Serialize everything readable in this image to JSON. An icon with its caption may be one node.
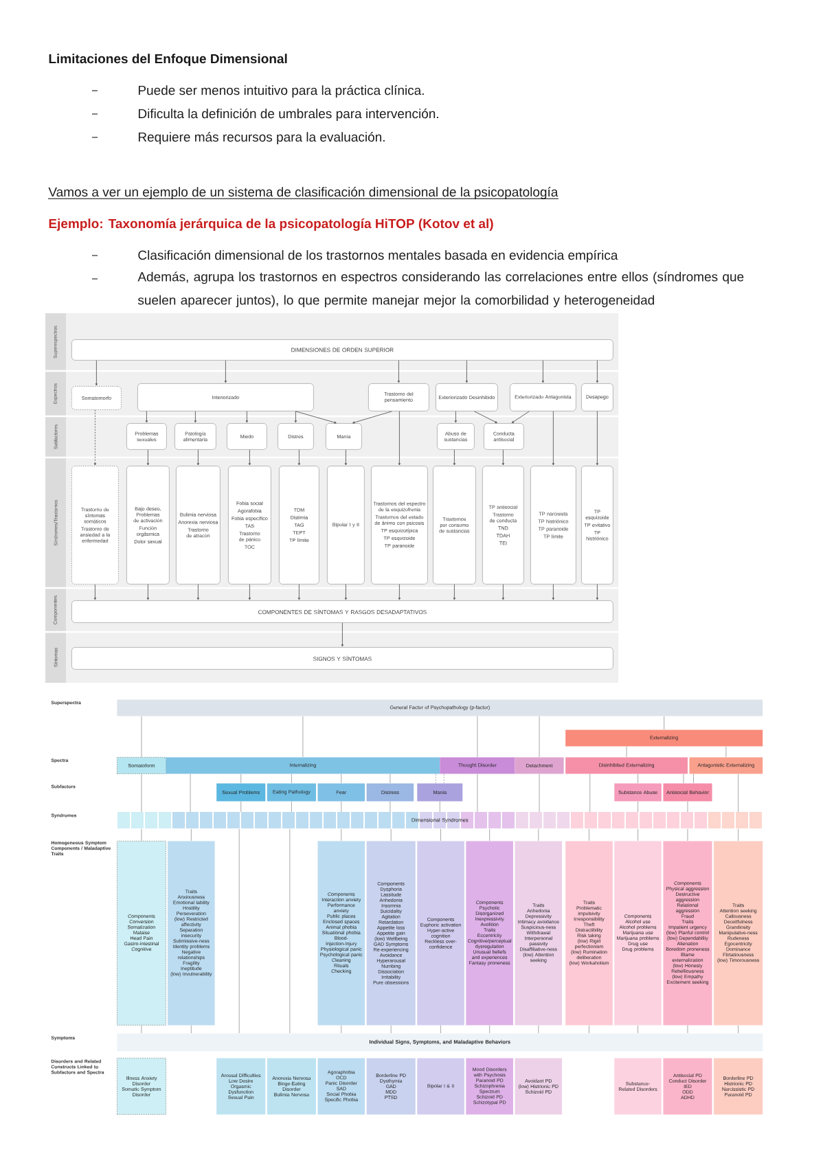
{
  "diagram": {
    "nodes": [
      {
        "text": [
          "DIMENSIONES DE ORDEN SUPERIOR"
        ]
      },
      {
        "text": [
          "Somatomorfo"
        ]
      },
      {
        "text": [
          "Interiorizado"
        ]
      },
      {
        "text": [
          "Trastorno del pensamiento"
        ]
      },
      {
        "text": [
          "Exteriorizado Desinhibido"
        ]
      },
      {
        "text": [
          "Exteriorizado Antagonista"
        ]
      },
      {
        "text": [
          "Desapego"
        ]
      },
      {
        "text": [
          "Problemas sexuales"
        ]
      },
      {
        "text": [
          "Patología alimentaria"
        ]
      },
      {
        "text": [
          "Miedo"
        ]
      },
      {
        "text": [
          "Distrés"
        ]
      },
      {
        "text": [
          "Manía"
        ]
      },
      {
        "text": [
          "Abuso de sustancias"
        ]
      },
      {
        "text": [
          "Conducta antisocial"
        ]
      },
      {
        "text": [
          "Trastorno de síntomas somáticos",
          "Trastorno de ansiedad a la enfermedad"
        ]
      },
      {
        "text": [
          "Bajo deseo, Problemas de activación",
          "Función orgásmica",
          "Dolor sexual"
        ]
      },
      {
        "text": [
          "Bulimia nerviosa",
          "Anorexia nerviosa",
          "Trastorno de atracón"
        ]
      },
      {
        "text": [
          "Fobia social",
          "Agorafobia",
          "Fobia específico",
          "TAS",
          "Trastorno de pánico",
          "TOC"
        ]
      },
      {
        "text": [
          "TDM",
          "Distimia",
          "TAG",
          "TEPT",
          "TP límite"
        ]
      },
      {
        "text": [
          "Bipolar I y II"
        ]
      },
      {
        "text": [
          "Trastornos del espectro de la esquizofrenia",
          "Trastornos del estado de ánimo con psicosis",
          "TP esquizotípica",
          "TP esquizoide",
          "TP paranoide"
        ]
      },
      {
        "text": [
          "Trastornos por consumo de sustancias"
        ]
      },
      {
        "text": [
          "TP antisocial",
          "Trastorno de conducta",
          "TND",
          "TDAH",
          "TEI"
        ]
      },
      {
        "text": [
          "TP narcisista",
          "TP histriónico",
          "TP paranoide",
          "TP límite"
        ]
      },
      {
        "text": [
          "TP esquizoide",
          "TP evitativo",
          "TP histriónico"
        ]
      },
      {
        "text": [
          "COMPONENTES DE SÍNTOMAS Y RASGOS DESADAPTATIVOS"
        ]
      },
      {
        "text": [
          "SIGNOS Y SÍNTOMAS"
        ]
      },
      {
        "text": [
          "General Factor of Psychopathology (p-factor)"
        ]
      },
      {
        "text": [
          "Externalizing"
        ]
      },
      {
        "text": [
          "Somatoform"
        ]
      },
      {
        "text": [
          "Internalizing"
        ]
      },
      {
        "text": [
          "Thought Disorder"
        ]
      },
      {
        "text": [
          "Detachment"
        ]
      },
      {
        "text": [
          "Disinhibited Externalizing"
        ]
      },
      {
        "text": [
          "Antagonistic Externalizing"
        ]
      },
      {
        "text": [
          "Sexual Problems"
        ]
      },
      {
        "text": [
          "Eating Pathology"
        ]
      },
      {
        "text": [
          "Fear"
        ]
      },
      {
        "text": [
          "Distress"
        ]
      },
      {
        "text": [
          "Mania"
        ]
      },
      {
        "text": [
          "Substance Abuse"
        ]
      },
      {
        "text": [
          "Antisocial Behavior"
        ]
      },
      {
        "text": [
          "Dimensional Syndromes"
        ]
      },
      {
        "text": [
          "Components",
          "Conversion",
          "Somatization",
          "Malaise",
          "Head Pain",
          "Gastro-intestinal",
          "Cognitive"
        ]
      },
      {
        "text": [
          "Traits",
          "Anxiousness",
          "Emotional lability",
          "Hostility",
          "Perseveration",
          "(low) Restricted affectivity",
          "Separation insecurity",
          "Submissive-ness",
          "Identity problems",
          "Negative relationships",
          "Fragility",
          "Ineptitude",
          "(low) Invulnerability"
        ]
      },
      {
        "text": [
          "Components",
          "Interaction anxiety",
          "Performance anxiety",
          "Public places",
          "Enclosed spaces",
          "Animal phobia",
          "Situational phobia",
          "Blood-Injection-Injury",
          "Physiological panic",
          "Psychological panic",
          "Cleaning",
          "Rituals",
          "Checking"
        ]
      },
      {
        "text": [
          "Components",
          "Dysphoria",
          "Lassitude",
          "Anhedonia",
          "Insomnia",
          "Suicidality",
          "Agitation",
          "Retardation",
          "Appetite loss",
          "Appetite gain",
          "(low) Wellbeing",
          "GAD Symptoms",
          "Re-experiencing",
          "Avoidance",
          "Hyperarousal",
          "Numbing",
          "Dissociation",
          "Irritability",
          "Pure obsessions"
        ]
      },
      {
        "text": [
          "Components",
          "Euphoric activation",
          "Hyper-active cognition",
          "Reckless over-confidence"
        ]
      },
      {
        "text": [
          "Components",
          "Psychotic",
          "Disorganized",
          "Inexpressivity",
          "Avolition",
          "Traits",
          "Eccentricity",
          "Cognitive/perceptual dysregulation",
          "Unusual beliefs and experiences",
          "Fantasy proneness"
        ]
      },
      {
        "text": [
          "Traits",
          "Anhedonia",
          "Depressivity",
          "Intimacy avoidance",
          "Suspicious-ness",
          "Withdrawal",
          "Interpersonal passivity",
          "Disaffiliative-ness",
          "(low) Attention seeking"
        ]
      },
      {
        "text": [
          "Traits",
          "Problematic impulsivity",
          "Irresponsibility",
          "Theft",
          "Distractibility",
          "Risk taking",
          "(low) Rigid perfectionism",
          "(low) Rumination deliberation",
          "(low) Workaholism"
        ]
      },
      {
        "text": [
          "Components",
          "Alcohol use",
          "Alcohol problems",
          "Marijuana use",
          "Marijuana problems",
          "Drug use",
          "Drug problems"
        ]
      },
      {
        "text": [
          "Components",
          "Physical aggression",
          "Destructive aggression",
          "Relational aggression",
          "Fraud",
          "Traits",
          "Impatient urgency",
          "(low) Planful control",
          "(low) Dependability",
          "Alienation",
          "Boredom proneness",
          "Blame externalization",
          "(low) Honesty",
          "Rebelliousness",
          "(low) Empathy",
          "Excitement seeking"
        ]
      },
      {
        "text": [
          "Traits",
          "Attention seeking",
          "Callousness",
          "Deceitfulness",
          "Grandiosity",
          "Manipulative-ness",
          "Rudeness",
          "Egocentricity",
          "Dominance",
          "Flirtatiousness",
          "(low) Timorousness"
        ]
      },
      {
        "text": [
          "Individual Signs, Symptoms, and Maladaptive Behaviors"
        ]
      },
      {
        "text": [
          "Illness Anxiety Disorder",
          "Somatic Symptom Disorder"
        ]
      },
      {
        "text": [
          "Arousal Difficulties",
          "Low Desire",
          "Orgasmic Dysfunction",
          "Sexual Pain"
        ]
      },
      {
        "text": [
          "Anorexia Nervosa",
          "Binge-Eating Disorder",
          "Bulimia Nervosa"
        ]
      },
      {
        "text": [
          "Agoraphobia",
          "OCD",
          "Panic Disorder",
          "SAD",
          "Social Phobia",
          "Specific Phobia"
        ]
      },
      {
        "text": [
          "Borderline PD",
          "Dysthymia",
          "GAD",
          "MDD",
          "PTSD"
        ]
      },
      {
        "text": [
          "Bipolar I & II"
        ]
      },
      {
        "text": [
          "Mood Disorders with Psychosis",
          "Paranoid PD",
          "Schizophrenia Spectrum",
          "Schizoid PD",
          "Schizotypal PD"
        ]
      },
      {
        "text": [
          "Avoidant PD",
          "(low) Histrionic PD",
          "Schizoid PD"
        ]
      },
      {
        "text": [
          "Substance-Related Disorders"
        ]
      },
      {
        "text": [
          "Antisocial PD",
          "Conduct Disorder",
          "IED",
          "ODD",
          "ADHD"
        ]
      },
      {
        "text": [
          "Borderline PD",
          "Histrionic PD",
          "Narcissistic PD",
          "Paranoid PD"
        ]
      }
    ],
    "edges": [
      {
        "from": 0,
        "to": 1,
        "arrow": "to"
      },
      {
        "from": 0,
        "to": 2,
        "arrow": "to"
      },
      {
        "from": 0,
        "to": 3,
        "arrow": "to"
      },
      {
        "from": 0,
        "to": 4,
        "arrow": "to"
      },
      {
        "from": 0,
        "to": 5,
        "arrow": "to"
      },
      {
        "from": 0,
        "to": 6,
        "arrow": "to"
      },
      {
        "from": 2,
        "to": 7,
        "arrow": "to"
      },
      {
        "from": 2,
        "to": 8,
        "arrow": "to"
      },
      {
        "from": 2,
        "to": 9,
        "arrow": "to"
      },
      {
        "from": 2,
        "to": 10,
        "arrow": "to"
      },
      {
        "from": 2,
        "to": 11,
        "arrow": "to"
      },
      {
        "from": 3,
        "to": 11,
        "arrow": "to"
      },
      {
        "from": 3,
        "to": 20,
        "arrow": "to"
      },
      {
        "from": 4,
        "to": 12,
        "arrow": "to"
      },
      {
        "from": 4,
        "to": 13,
        "arrow": "to"
      },
      {
        "from": 5,
        "to": 13,
        "arrow": "to"
      },
      {
        "from": 5,
        "to": 23,
        "arrow": "to"
      },
      {
        "from": 6,
        "to": 24,
        "arrow": "to"
      },
      {
        "from": 1,
        "to": 14,
        "arrow": "to",
        "style": "dashed"
      },
      {
        "from": 7,
        "to": 15,
        "arrow": "to"
      },
      {
        "from": 8,
        "to": 16,
        "arrow": "to"
      },
      {
        "from": 9,
        "to": 17,
        "arrow": "to"
      },
      {
        "from": 10,
        "to": 18,
        "arrow": "to"
      },
      {
        "from": 11,
        "to": 19,
        "arrow": "to"
      },
      {
        "from": 12,
        "to": 21,
        "arrow": "to"
      },
      {
        "from": 13,
        "to": 22,
        "arrow": "to"
      },
      {
        "from": 14,
        "to": 25,
        "arrow": "to"
      },
      {
        "from": 15,
        "to": 25,
        "arrow": "to"
      },
      {
        "from": 16,
        "to": 25,
        "arrow": "to"
      },
      {
        "from": 17,
        "to": 25,
        "arrow": "to"
      },
      {
        "from": 18,
        "to": 25,
        "arrow": "to"
      },
      {
        "from": 19,
        "to": 25,
        "arrow": "to"
      },
      {
        "from": 20,
        "to": 25,
        "arrow": "to"
      },
      {
        "from": 21,
        "to": 25,
        "arrow": "to"
      },
      {
        "from": 22,
        "to": 25,
        "arrow": "to"
      },
      {
        "from": 23,
        "to": 25,
        "arrow": "to"
      },
      {
        "from": 24,
        "to": 25,
        "arrow": "to"
      },
      {
        "from": 25,
        "to": 26,
        "arrow": "to"
      },
      {
        "from": 27,
        "to": 29,
        "arrow": "none"
      },
      {
        "from": 27,
        "to": 30,
        "arrow": "none"
      },
      {
        "from": 27,
        "to": 31,
        "arrow": "none"
      },
      {
        "from": 27,
        "to": 32,
        "arrow": "none"
      },
      {
        "from": 27,
        "to": 28,
        "arrow": "none"
      },
      {
        "from": 28,
        "to": 33,
        "arrow": "none"
      },
      {
        "from": 28,
        "to": 34,
        "arrow": "none"
      },
      {
        "from": 30,
        "to": 35,
        "arrow": "none"
      },
      {
        "from": 30,
        "to": 36,
        "arrow": "none"
      },
      {
        "from": 30,
        "to": 37,
        "arrow": "none"
      },
      {
        "from": 30,
        "to": 38,
        "arrow": "none"
      },
      {
        "from": 30,
        "to": 39,
        "arrow": "none",
        "style": "dashed"
      },
      {
        "from": 31,
        "to": 39,
        "arrow": "none",
        "style": "dashed"
      },
      {
        "from": 33,
        "to": 40,
        "arrow": "none"
      },
      {
        "from": 33,
        "to": 41,
        "arrow": "none"
      },
      {
        "from": 34,
        "to": 41,
        "arrow": "none"
      },
      {
        "from": 29,
        "to": 42,
        "arrow": "none"
      },
      {
        "from": 30,
        "to": 42,
        "arrow": "none"
      },
      {
        "from": 35,
        "to": 42,
        "arrow": "none"
      },
      {
        "from": 36,
        "to": 42,
        "arrow": "none"
      },
      {
        "from": 37,
        "to": 42,
        "arrow": "none"
      },
      {
        "from": 38,
        "to": 42,
        "arrow": "none"
      },
      {
        "from": 39,
        "to": 42,
        "arrow": "none"
      },
      {
        "from": 31,
        "to": 42,
        "arrow": "none"
      },
      {
        "from": 32,
        "to": 42,
        "arrow": "none"
      },
      {
        "from": 33,
        "to": 42,
        "arrow": "none"
      },
      {
        "from": 40,
        "to": 42,
        "arrow": "none"
      },
      {
        "from": 41,
        "to": 42,
        "arrow": "none"
      },
      {
        "from": 34,
        "to": 42,
        "arrow": "none"
      },
      {
        "from": 42,
        "to": 43,
        "arrow": "none"
      },
      {
        "from": 42,
        "to": 44,
        "arrow": "none"
      },
      {
        "from": 42,
        "to": 45,
        "arrow": "none"
      },
      {
        "from": 42,
        "to": 46,
        "arrow": "none"
      },
      {
        "from": 42,
        "to": 47,
        "arrow": "none"
      },
      {
        "from": 42,
        "to": 48,
        "arrow": "none"
      },
      {
        "from": 42,
        "to": 49,
        "arrow": "none"
      },
      {
        "from": 42,
        "to": 50,
        "arrow": "none"
      },
      {
        "from": 42,
        "to": 51,
        "arrow": "none"
      },
      {
        "from": 42,
        "to": 52,
        "arrow": "none"
      },
      {
        "from": 42,
        "to": 53,
        "arrow": "none"
      },
      {
        "from": 42,
        "to": 54,
        "arrow": "none"
      },
      {
        "from": 42,
        "to": 54,
        "arrow": "none"
      },
      {
        "from": 43,
        "to": 54,
        "arrow": "none"
      },
      {
        "from": 44,
        "to": 54,
        "arrow": "none"
      },
      {
        "from": 45,
        "to": 54,
        "arrow": "none"
      },
      {
        "from": 46,
        "to": 54,
        "arrow": "none"
      },
      {
        "from": 47,
        "to": 54,
        "arrow": "none"
      },
      {
        "from": 48,
        "to": 54,
        "arrow": "none"
      },
      {
        "from": 49,
        "to": 54,
        "arrow": "none"
      },
      {
        "from": 50,
        "to": 54,
        "arrow": "none"
      },
      {
        "from": 51,
        "to": 54,
        "arrow": "none"
      },
      {
        "from": 52,
        "to": 54,
        "arrow": "none"
      },
      {
        "from": 53,
        "to": 54,
        "arrow": "none"
      }
    ],
    "labels": [
      "Limitaciones del Enfoque Dimensional",
      "Puede ser menos intuitivo para la práctica clínica.",
      "Dificulta la definición de umbrales para intervención.",
      "Requiere más recursos para la evaluación.",
      "Vamos a ver un ejemplo de un sistema de clasificación dimensional de la psicopatología",
      "Ejemplo: Taxonomía jerárquica de la psicopatología HiTOP (Kotov et al)",
      "Clasificación dimensional de los trastornos mentales basada en evidencia empírica",
      "Además, agrupa los trastornos en espectros considerando las correlaciones entre ellos (síndromes que suelen aparecer juntos), lo que permite manejar mejor la comorbilidad y heterogeneidad",
      "Superespectros",
      "Espectros",
      "Subfactores",
      "Síndromes/Trastornos",
      "Componentes",
      "Síntomas",
      "Superspectra",
      "Spectra",
      "Subfactors",
      "Syndromes",
      "Homogeneous Symptom Components / Maladaptive Traits",
      "Symptoms",
      "Disorders and Related Constructs Linked to Subfactors and Spectra"
    ]
  }
}
